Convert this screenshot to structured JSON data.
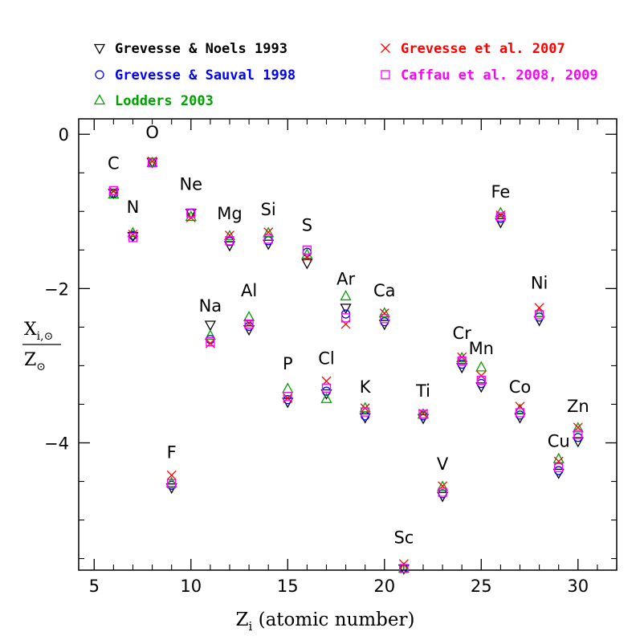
{
  "chart_data": {
    "type": "scatter",
    "xlabel_main": "Z",
    "xlabel_sub": "i",
    "xlabel_rest": " (atomic number)",
    "ylabel_num_main": "X",
    "ylabel_num_sub": "i,⊙",
    "ylabel_den_main": "Z",
    "ylabel_den_sub": "⊙",
    "xlim": [
      4.2,
      32
    ],
    "ylim": [
      -5.65,
      0.2
    ],
    "x_ticks": [
      5,
      10,
      15,
      20,
      25,
      30
    ],
    "y_ticks": [
      0,
      -2,
      -4
    ],
    "x_tick_labels": [
      "5",
      "10",
      "15",
      "20",
      "25",
      "30"
    ],
    "y_tick_labels": [
      "0",
      "−2",
      "−4"
    ],
    "legend": [
      {
        "label": "Grevesse & Noels 1993",
        "marker": "triangle-down",
        "color": "#000000"
      },
      {
        "label": "Grevesse & Sauval 1998",
        "marker": "circle",
        "color": "#0000ff"
      },
      {
        "label": "Lodders 2003",
        "marker": "triangle-up",
        "color": "#00a000"
      },
      {
        "label": "Grevesse et al. 2007",
        "marker": "x",
        "color": "#ff0000"
      },
      {
        "label": "Caffau et al. 2008, 2009",
        "marker": "square",
        "color": "#ff00ff"
      }
    ],
    "element_labels": [
      {
        "text": "C",
        "x": 6,
        "y": -0.45
      },
      {
        "text": "N",
        "x": 7,
        "y": -1.02
      },
      {
        "text": "O",
        "x": 8,
        "y": -0.05
      },
      {
        "text": "Ne",
        "x": 10,
        "y": -0.72
      },
      {
        "text": "Mg",
        "x": 12,
        "y": -1.1
      },
      {
        "text": "Si",
        "x": 14,
        "y": -1.05
      },
      {
        "text": "S",
        "x": 16,
        "y": -1.25
      },
      {
        "text": "Na",
        "x": 11,
        "y": -2.3
      },
      {
        "text": "Al",
        "x": 13,
        "y": -2.1
      },
      {
        "text": "Ar",
        "x": 18,
        "y": -1.95
      },
      {
        "text": "Ca",
        "x": 20,
        "y": -2.1
      },
      {
        "text": "P",
        "x": 15,
        "y": -3.05
      },
      {
        "text": "Cl",
        "x": 17,
        "y": -2.98
      },
      {
        "text": "K",
        "x": 19,
        "y": -3.35
      },
      {
        "text": "Ti",
        "x": 22,
        "y": -3.4
      },
      {
        "text": "F",
        "x": 9,
        "y": -4.2
      },
      {
        "text": "Sc",
        "x": 21,
        "y": -5.3
      },
      {
        "text": "V",
        "x": 23,
        "y": -4.35
      },
      {
        "text": "Cr",
        "x": 24,
        "y": -2.65
      },
      {
        "text": "Mn",
        "x": 25,
        "y": -2.85
      },
      {
        "text": "Fe",
        "x": 26,
        "y": -0.82
      },
      {
        "text": "Ni",
        "x": 28,
        "y": -2.0
      },
      {
        "text": "Co",
        "x": 27,
        "y": -3.35
      },
      {
        "text": "Cu",
        "x": 29,
        "y": -4.05
      },
      {
        "text": "Zn",
        "x": 30,
        "y": -3.6
      }
    ],
    "x": [
      6,
      7,
      8,
      9,
      10,
      11,
      12,
      13,
      14,
      15,
      16,
      17,
      18,
      19,
      20,
      21,
      22,
      23,
      24,
      25,
      26,
      27,
      28,
      29,
      30
    ],
    "series": [
      {
        "name": "Grevesse & Noels 1993",
        "marker": "triangle-down",
        "color": "#000000",
        "values": [
          -0.76,
          -1.32,
          -0.36,
          -4.58,
          -1.02,
          -2.47,
          -1.44,
          -2.53,
          -1.42,
          -3.47,
          -1.67,
          -3.36,
          -2.25,
          -3.67,
          -2.46,
          -5.73,
          -3.68,
          -4.69,
          -3.02,
          -3.27,
          -1.14,
          -3.67,
          -2.41,
          -4.39,
          -3.98
        ]
      },
      {
        "name": "Grevesse & Sauval 1998",
        "marker": "circle",
        "color": "#0000ff",
        "values": [
          -0.77,
          -1.31,
          -0.37,
          -4.55,
          -1.02,
          -2.66,
          -1.39,
          -2.49,
          -1.38,
          -3.44,
          -1.53,
          -3.33,
          -2.33,
          -3.65,
          -2.43,
          -5.71,
          -3.65,
          -4.66,
          -2.98,
          -3.23,
          -1.09,
          -3.64,
          -2.37,
          -4.36,
          -3.93
        ]
      },
      {
        "name": "Lodders 2003",
        "marker": "triangle-up",
        "color": "#00a000",
        "values": [
          -0.78,
          -1.28,
          -0.37,
          -4.52,
          -1.07,
          -2.61,
          -1.32,
          -2.37,
          -1.28,
          -3.3,
          -1.56,
          -3.43,
          -2.1,
          -3.55,
          -2.32,
          -5.65,
          -3.63,
          -4.57,
          -2.9,
          -3.02,
          -1.02,
          -3.57,
          -2.32,
          -4.21,
          -3.81
        ]
      },
      {
        "name": "Grevesse et al. 2007",
        "marker": "x",
        "color": "#ff0000",
        "values": [
          -0.74,
          -1.3,
          -0.35,
          -4.42,
          -1.08,
          -2.71,
          -1.31,
          -2.45,
          -1.27,
          -3.42,
          -1.59,
          -3.2,
          -2.46,
          -3.55,
          -2.32,
          -5.57,
          -3.62,
          -4.56,
          -2.89,
          -3.13,
          -1.05,
          -3.53,
          -2.25,
          -4.24,
          -3.8
        ]
      },
      {
        "name": "Caffau et al. 2008, 2009",
        "marker": "square",
        "color": "#ff00ff",
        "values": [
          -0.73,
          -1.34,
          -0.37,
          -4.53,
          -1.02,
          -2.69,
          -1.38,
          -2.46,
          -1.36,
          -3.4,
          -1.5,
          -3.29,
          -2.38,
          -3.6,
          -2.39,
          -5.68,
          -3.63,
          -4.64,
          -2.94,
          -3.19,
          -1.07,
          -3.61,
          -2.34,
          -4.32,
          -3.89
        ]
      }
    ]
  }
}
